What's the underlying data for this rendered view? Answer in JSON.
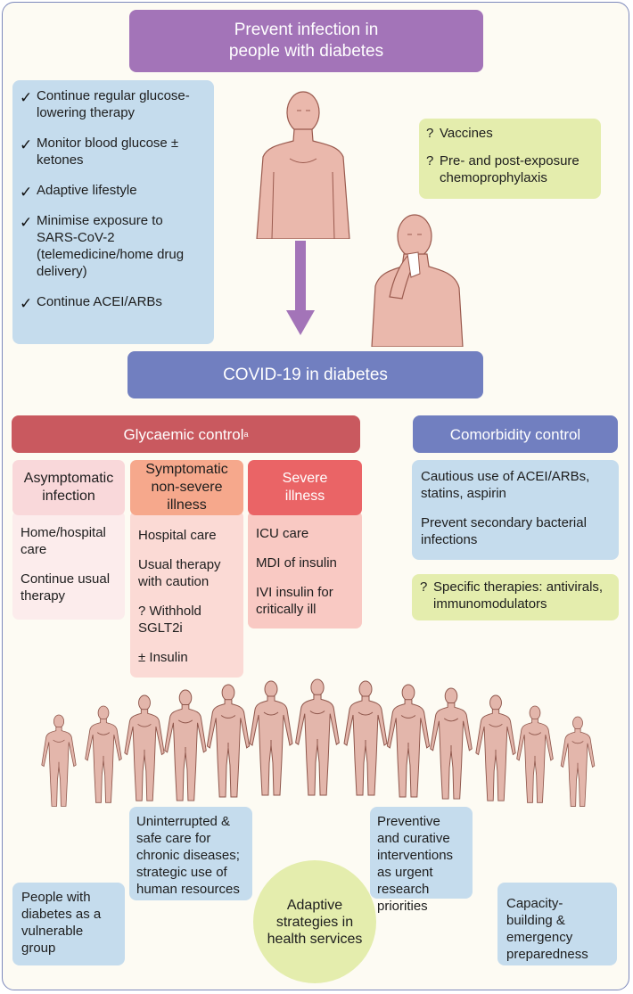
{
  "header": {
    "line1": "Prevent infection in",
    "line2": "people with diabetes"
  },
  "prevention_list": [
    {
      "check": "✓",
      "text": "Continue regular glucose-lowering therapy"
    },
    {
      "check": "✓",
      "text": "Monitor blood glucose ± ketones"
    },
    {
      "check": "✓",
      "text": "Adaptive lifestyle"
    },
    {
      "check": "✓",
      "text": "Minimise exposure to SARS-CoV-2 (telemedicine/home drug delivery)"
    },
    {
      "check": "✓",
      "text": "Continue ACEI/ARBs"
    }
  ],
  "prevention_questions": [
    {
      "mark": "?",
      "text": "Vaccines"
    },
    {
      "mark": "?",
      "text": "Pre- and post-exposure chemoprophylaxis"
    }
  ],
  "covid_label": "COVID-19 in diabetes",
  "glycaemic": {
    "label": "Glycaemic control",
    "sup": "a"
  },
  "comorbidity": {
    "label": "Comorbidity control"
  },
  "columns": [
    {
      "head1": "Asymptomatic",
      "head2": "infection",
      "head3": "",
      "items": [
        "Home/hospital care",
        "Continue usual therapy"
      ]
    },
    {
      "head1": "Symptomatic",
      "head2": "non-severe",
      "head3": "illness",
      "items": [
        "Hospital care",
        "Usual therapy with caution",
        "? Withhold SGLT2i",
        "± Insulin"
      ]
    },
    {
      "head1": "Severe",
      "head2": "illness",
      "head3": "",
      "items": [
        "ICU care",
        "MDI of insulin",
        "IVI insulin for critically ill"
      ]
    }
  ],
  "comorbidity_items": [
    "Cautious use of ACEI/ARBs, statins, aspirin",
    "Prevent secondary bacterial infections"
  ],
  "specific_therapies": {
    "mark": "?",
    "text": "Specific therapies: antivirals, immunomodulators"
  },
  "bottom": {
    "vulnerable": "People with diabetes as a vulnerable group",
    "chronic": "Uninterrupted & safe care for chronic diseases; strategic use of human resources",
    "adaptive": "Adaptive strategies in health services",
    "research": "Preventive and curative interventions as urgent research priorities",
    "capacity": "Capacity-building & emergency preparedness"
  },
  "colors": {
    "header_purple": "#a374b8",
    "covid_blue": "#717fc0",
    "glycaemic_red": "#c9595f",
    "info_blue": "#c5dced",
    "question_yellow": "#e4edad",
    "figure_skin": "#eab8ac"
  },
  "icons": [
    "check-icon",
    "down-arrow-icon",
    "person-icon",
    "coughing-person-icon",
    "crowd-icon"
  ]
}
